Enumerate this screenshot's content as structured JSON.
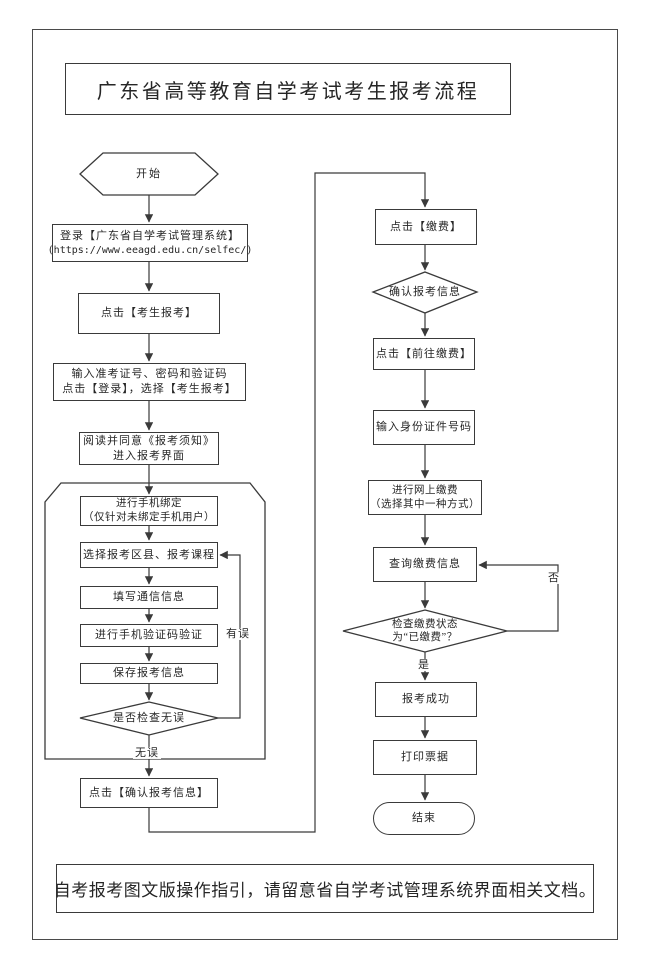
{
  "page": {
    "title": "广东省高等教育自学考试考生报考流程",
    "footer_note": "自考报考图文版操作指引，请留意省自学考试管理系统界面相关文档。"
  },
  "flow": {
    "left": {
      "start": "开始",
      "login_line1": "登录【广东省自学考试管理系统】",
      "login_line2": "(https://www.eeagd.edu.cn/selfec/)",
      "click_register": "点击【考生报考】",
      "credentials_line1": "输入准考证号、密码和验证码",
      "credentials_line2": "点击【登录】，选择【考生报考】",
      "notice_line1": "阅读并同意《报考须知》",
      "notice_line2": "进入报考界面",
      "bind_phone_line1": "进行手机绑定",
      "bind_phone_line2": "（仅针对未绑定手机用户）",
      "select_courses": "选择报考区县、报考课程",
      "fill_contact": "填写通信信息",
      "verify_code": "进行手机验证码验证",
      "save_info": "保存报考信息",
      "check_decision": "是否检查无误",
      "confirm_info": "点击【确认报考信息】"
    },
    "right": {
      "click_pay": "点击【缴费】",
      "confirm_decision": "确认报考信息",
      "goto_pay": "点击【前往缴费】",
      "id_number": "输入身份证件号码",
      "online_pay_line1": "进行网上缴费",
      "online_pay_line2": "（选择其中一种方式）",
      "query_pay": "查询缴费信息",
      "status_line1": "检查缴费状态",
      "status_line2": "为“已缴费”？",
      "success": "报考成功",
      "print_receipt": "打印票据",
      "end": "结束"
    },
    "edge_labels": {
      "error": "有误",
      "no_error": "无误",
      "no": "否",
      "yes": "是"
    }
  },
  "colors": {
    "line": "#3a3a3a",
    "background": "#ffffff",
    "text": "#262626"
  }
}
